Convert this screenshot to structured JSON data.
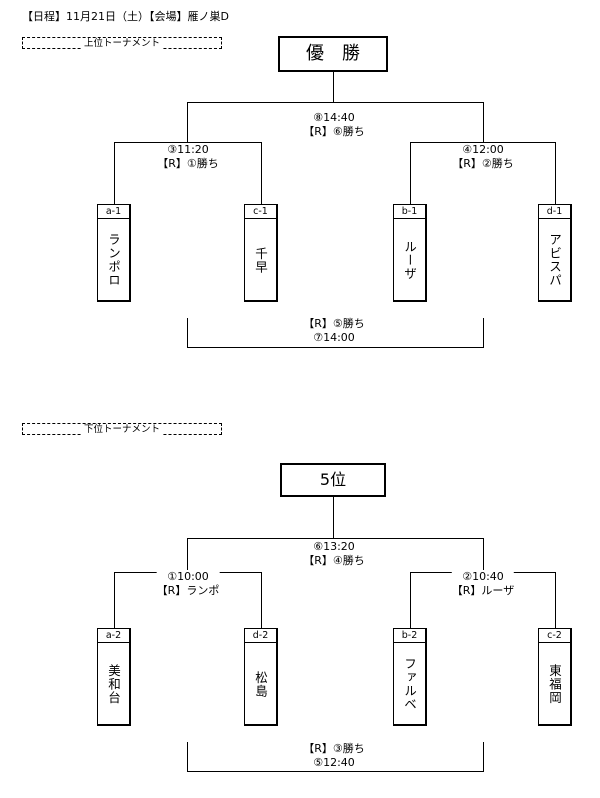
{
  "header": "【日程】11月21日（土）【会場】雁ノ巣D",
  "upper": {
    "label": "上位トーナメント",
    "title": "優　勝",
    "final": {
      "line1": "⑧14:40",
      "line2": "【R】⑥勝ち"
    },
    "semi_left": {
      "line1": "③11:20",
      "line2": "【R】①勝ち"
    },
    "semi_right": {
      "line1": "④12:00",
      "line2": "【R】②勝ち"
    },
    "teams": [
      {
        "code": "a-1",
        "name": "ランポロ"
      },
      {
        "code": "c-1",
        "name": "千早"
      },
      {
        "code": "b-1",
        "name": "ルーザ"
      },
      {
        "code": "d-1",
        "name": "アビスパ"
      }
    ],
    "third": {
      "line1": "【R】⑤勝ち",
      "line2": "⑦14:00"
    }
  },
  "lower": {
    "label": "下位トーナメント",
    "title": "5位",
    "final": {
      "line1": "⑥13:20",
      "line2": "【R】④勝ち"
    },
    "semi_left": {
      "line1": "①10:00",
      "line2": "【R】ランポ"
    },
    "semi_right": {
      "line1": "②10:40",
      "line2": "【R】ルーザ"
    },
    "teams": [
      {
        "code": "a-2",
        "name": "美和台"
      },
      {
        "code": "d-2",
        "name": "松島"
      },
      {
        "code": "b-2",
        "name": "ファルベ"
      },
      {
        "code": "c-2",
        "name": "東福岡"
      }
    ],
    "third": {
      "line1": "【R】③勝ち",
      "line2": "⑤12:40"
    }
  }
}
